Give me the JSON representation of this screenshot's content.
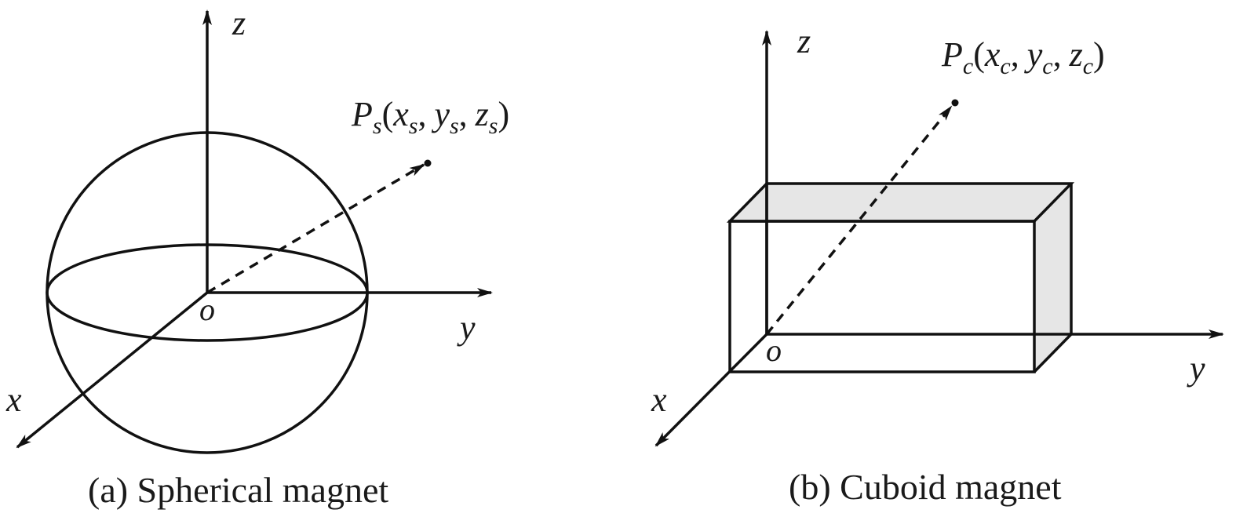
{
  "panel_a": {
    "caption": "(a) Spherical magnet",
    "axis_labels": {
      "x": "x",
      "y": "y",
      "z": "z",
      "origin": "o"
    },
    "point": {
      "letter": "P",
      "sub": "s",
      "open": "(",
      "x": "x",
      "y": "y",
      "z": "z",
      "comma": ",",
      "close": ")"
    }
  },
  "panel_b": {
    "caption": "(b) Cuboid magnet",
    "axis_labels": {
      "x": "x",
      "y": "y",
      "z": "z",
      "origin": "o"
    },
    "point": {
      "letter": "P",
      "sub": "c",
      "open": "(",
      "x": "x",
      "y": "y",
      "z": "z",
      "comma": ",",
      "close": ")"
    }
  },
  "colors": {
    "ink": "#111111",
    "face_fill": "#e6e6e6"
  }
}
